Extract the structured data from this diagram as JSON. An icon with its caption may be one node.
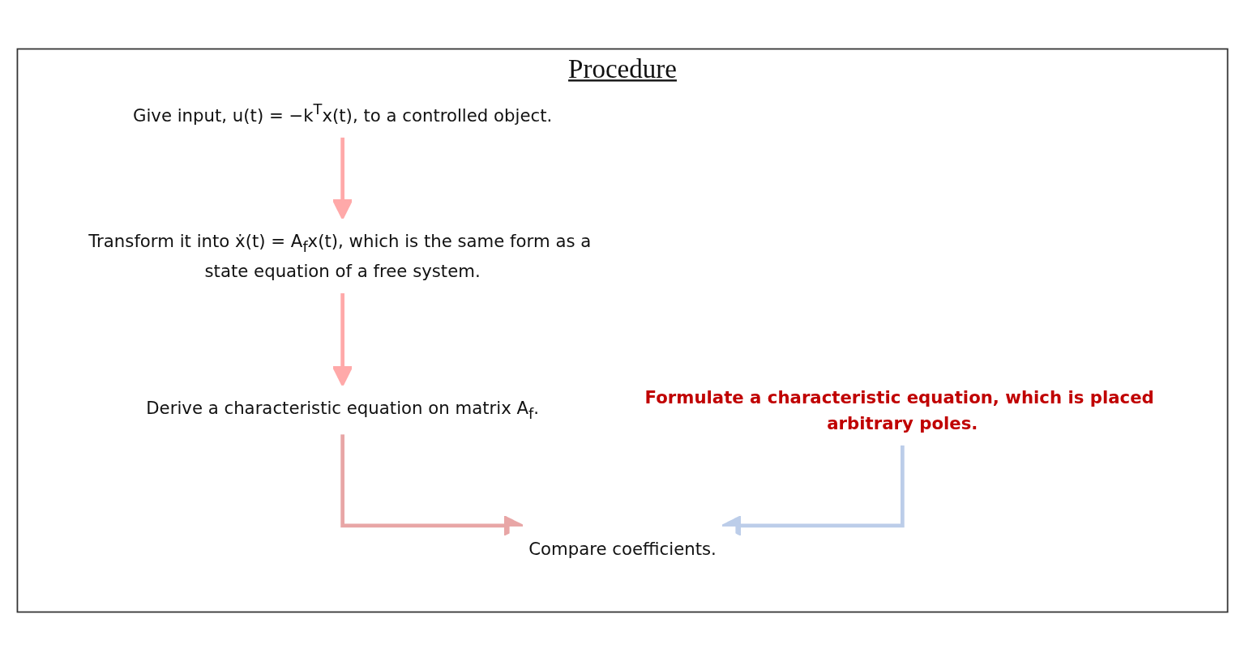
{
  "diagram": {
    "nodes": [
      {
        "text": [
          "Procedure"
        ]
      },
      {
        "text": [
          "Give input, u(t) = −k$^{T}$x(t), to a controlled object."
        ],
        "in": 0
      },
      {
        "text": [
          "Transform it into ẋ(t) = A$_{f}$x(t), which is the same form as a state equation of a free system."
        ],
        "in": 0
      },
      {
        "text": [
          "Derive a characteristic equation on matrix A$_{f}$."
        ],
        "in": 0
      },
      {
        "text": [
          "Formulate a characteristic equation, which is placed arbitrary poles."
        ],
        "in": 0
      },
      {
        "text": [
          "Compare coefficients."
        ],
        "in": 0
      }
    ],
    "edges": [
      {
        "from": 1,
        "to": 2,
        "arrow": "to",
        "color": "#ffa9a9"
      },
      {
        "from": 2,
        "to": 3,
        "arrow": "to",
        "color": "#ffa9a9"
      },
      {
        "from": 3,
        "to": 5,
        "arrow": "to",
        "color": "#e8a6a6"
      },
      {
        "from": 4,
        "to": 5,
        "arrow": "to",
        "color": "#bccde9"
      }
    ]
  }
}
